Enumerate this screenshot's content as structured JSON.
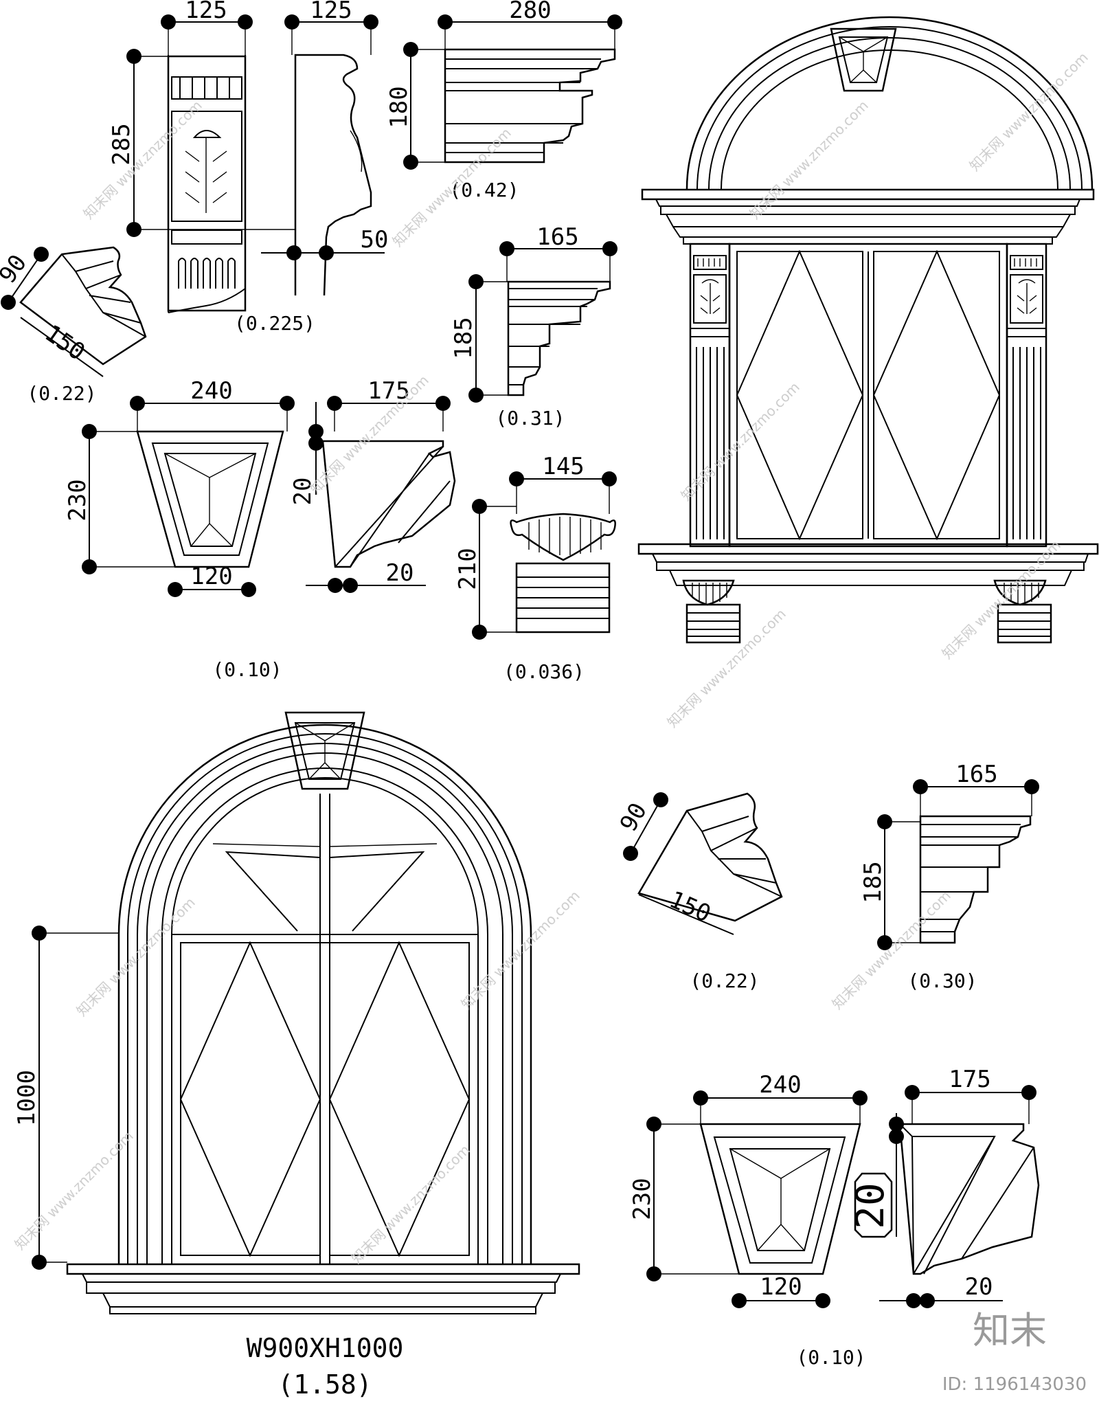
{
  "dimensions": {
    "bracket_width_front": "125",
    "bracket_width_side": "125",
    "bracket_height": "285",
    "bracket_foot": "50",
    "cornice_width": "280",
    "cornice_height": "180",
    "corner_a_depth": "90",
    "corner_a_length": "150",
    "molding_a_width": "165",
    "molding_a_height": "185",
    "keystone_a_top": "240",
    "keystone_a_side_top": "175",
    "keystone_a_height": "230",
    "keystone_a_bottom": "120",
    "keystone_a_lip": "20",
    "keystone_a_offset": "20",
    "corbel_width": "145",
    "corbel_height": "210",
    "arch_window_height": "1000",
    "corner_b_depth": "90",
    "corner_b_length": "150",
    "molding_b_width": "165",
    "molding_b_height": "185",
    "keystone_b_top": "240",
    "keystone_b_side_top": "175",
    "keystone_b_height": "230",
    "keystone_b_bottom": "120",
    "keystone_b_lip": "20",
    "keystone_b_offset": "20"
  },
  "labels": {
    "bracket": "(0.225)",
    "cornice": "(0.42)",
    "corner_a": "(0.22)",
    "molding_a": "(0.31)",
    "keystone_a": "(0.10)",
    "corbel": "(0.036)",
    "window_size": "W900XH1000",
    "window_area": "(1.58)",
    "corner_b": "(0.22)",
    "molding_b": "(0.30)",
    "keystone_b": "(0.10)"
  },
  "watermark": {
    "site_name": "知末网",
    "site_url": "www.znzmo.com",
    "logo": "知末",
    "id": "ID: 1196143030"
  }
}
